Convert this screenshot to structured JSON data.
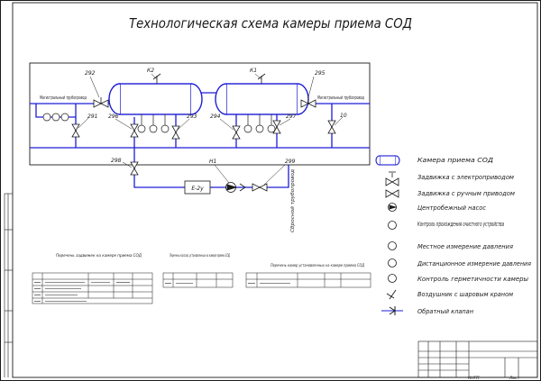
{
  "title": "Технологическая схема камеры приема СОД",
  "tags": {
    "v_left": "292",
    "v_right": "295",
    "tank_left": "К2",
    "tank_right": "К1",
    "v_l1": "291",
    "v_l2": "296",
    "v_l3": "293",
    "v_r1": "294",
    "v_r2": "297",
    "v_far": "10",
    "v_lower_left": "298",
    "pump": "Н1",
    "v_lower_right": "299",
    "filter": "Е-2у"
  },
  "pipes": {
    "left_pipe": "Магистральный трубопровод",
    "right_pipe": "Магистральный трубопровод",
    "drain_pipe": "Сбросной трубопровод"
  },
  "legend": [
    {
      "label": "Камера приема СОД"
    },
    {
      "label": "Задвижка с электроприводом"
    },
    {
      "label": "Задвижка с ручным приводом"
    },
    {
      "label": "Центробежный насос"
    },
    {
      "label": "Контроль прохождения очистного устройства"
    },
    {
      "label": "Местное измерение давления"
    },
    {
      "label": "Дистанционное измерение давления"
    },
    {
      "label": "Контроль герметичности камеры"
    },
    {
      "label": "Воздушник с шаровым краном"
    },
    {
      "label": "Обратный клапан"
    }
  ],
  "tables": {
    "t1_caption": "Перечень задвижек на камере приема СОД",
    "t2_caption": "Перечень насосов, установленных на камере приема СОД",
    "t3_caption": "Перечень камер установленных на камере приема СОД"
  },
  "stamp": {
    "f1": "КНГП",
    "f2": "Лист"
  },
  "colors": {
    "pipe": "#1d1dd6",
    "line": "#1a1a1a",
    "paper": "#ffffff"
  }
}
